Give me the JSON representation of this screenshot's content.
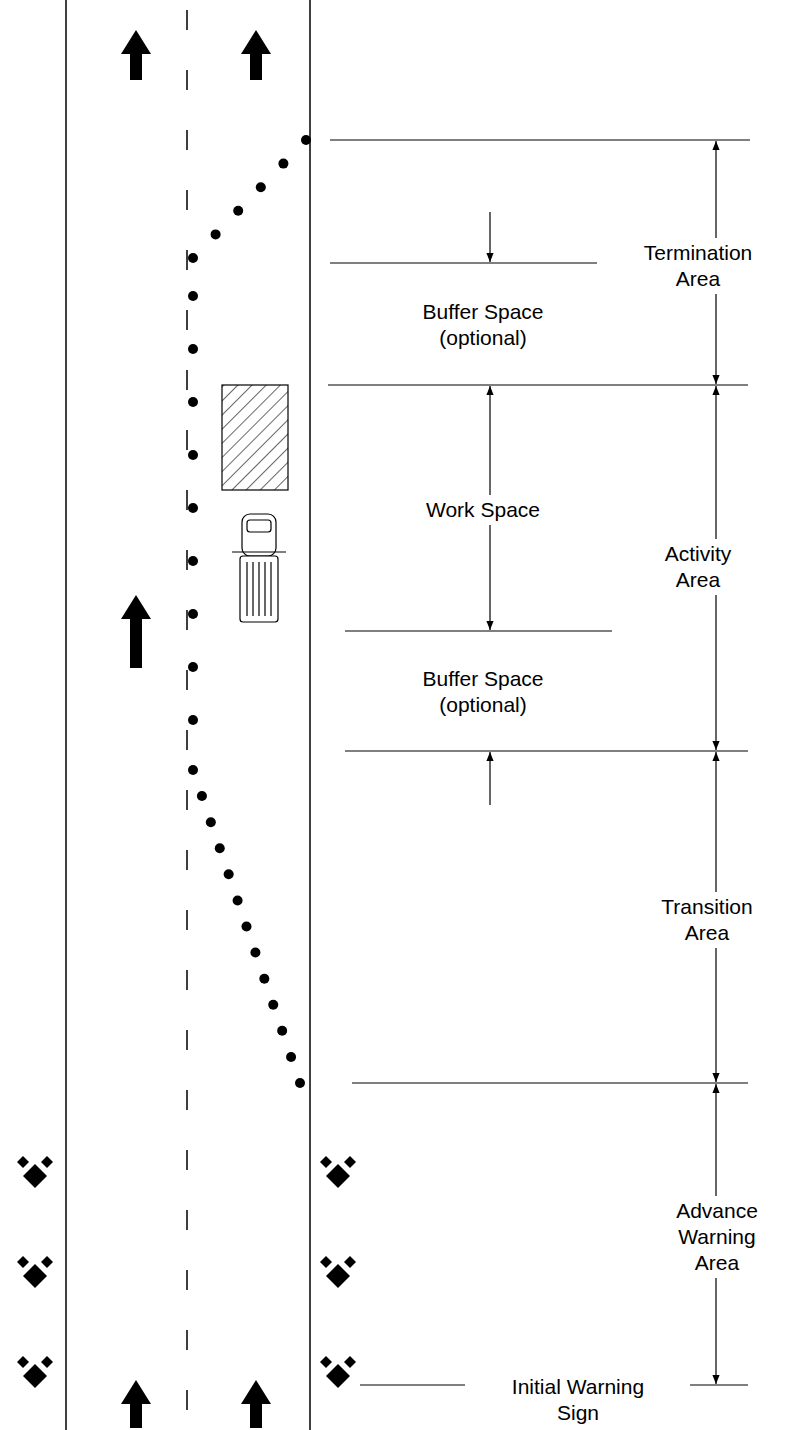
{
  "diagram": {
    "labels": [
      "Termination Area",
      "Buffer Space (optional)",
      "Work Space",
      "Activity Area",
      "Buffer Space (optional)",
      "Transition Area",
      "Advance Warning Area",
      "Initial Warning Sign"
    ]
  }
}
